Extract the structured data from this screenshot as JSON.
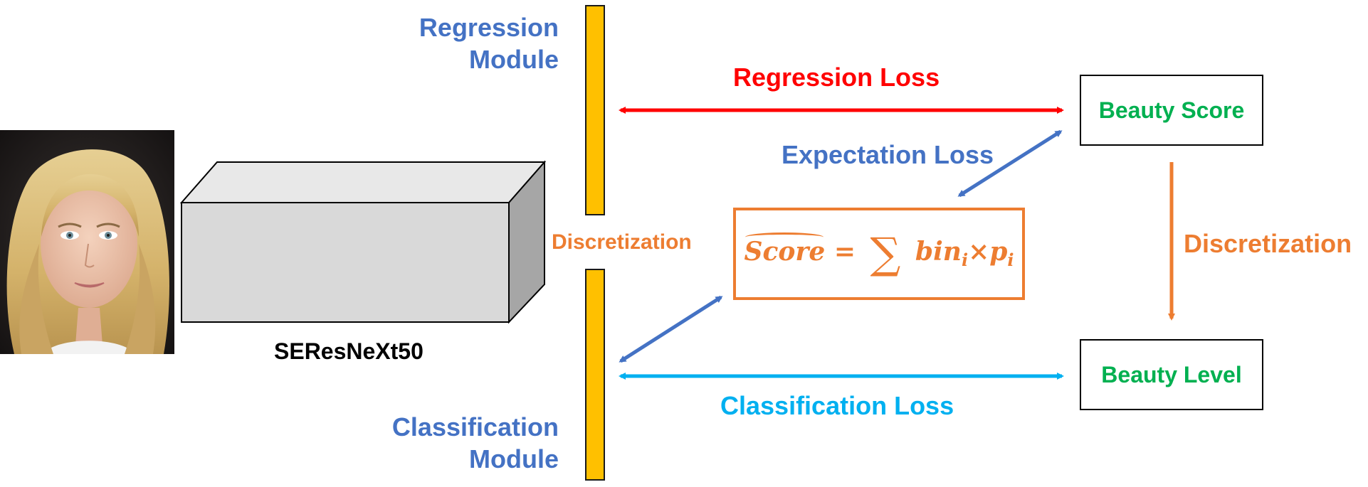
{
  "backbone": {
    "label": "SEResNeXt50"
  },
  "modules": {
    "regression": [
      "Regression",
      "Module"
    ],
    "classification": [
      "Classification",
      "Module"
    ]
  },
  "middle_label": "Discretization",
  "losses": {
    "regression": "Regression Loss",
    "expectation": "Expectation Loss",
    "classification": "Classification Loss"
  },
  "formula": {
    "lhs": "Score",
    "equals": "=",
    "sum": "∑",
    "term_bin": "bin",
    "term_times": "×",
    "term_p": "p",
    "subscript": "i"
  },
  "outputs": {
    "score": "Beauty Score",
    "level": "Beauty Level",
    "arrow_label": "Discretization"
  },
  "colors": {
    "blue": "#4472C4",
    "orange": "#ED7D31",
    "green": "#00B050",
    "red": "#FF0000",
    "cyan": "#00B0F0",
    "bar": "#FFC000",
    "box_front": "#D9D9D9",
    "box_top": "#E8E8E8",
    "box_side": "#A6A6A6"
  }
}
